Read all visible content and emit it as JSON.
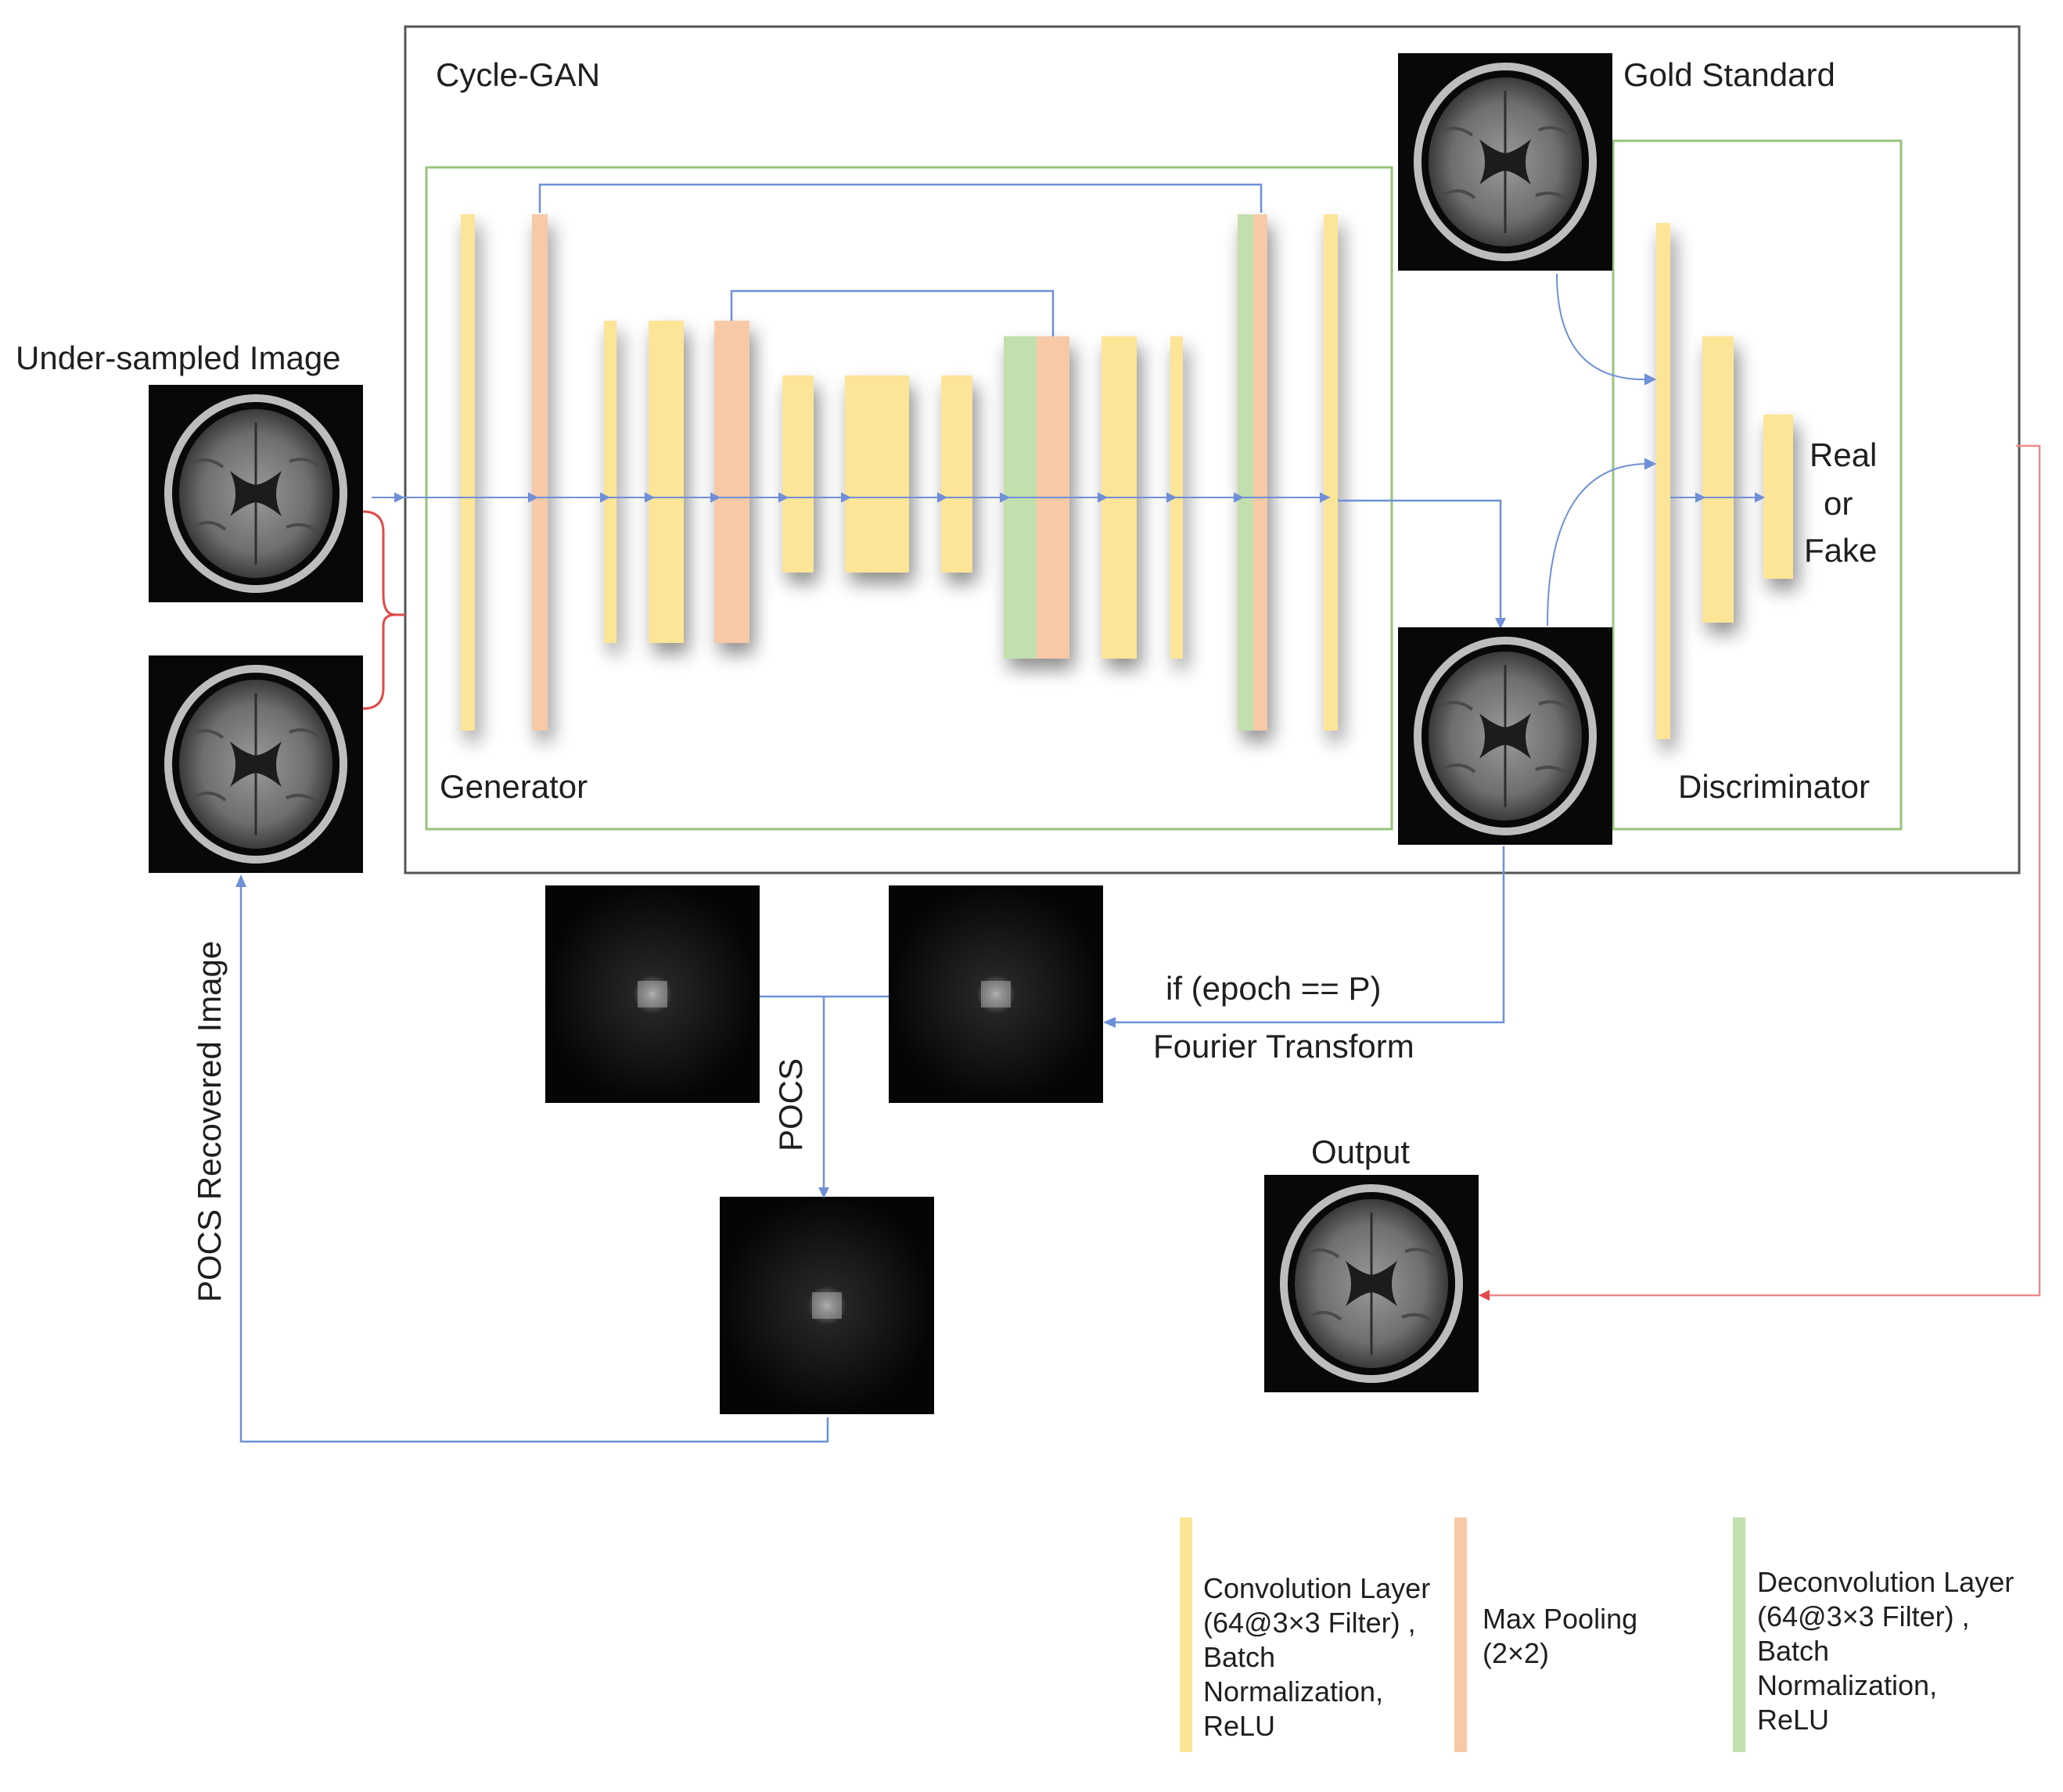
{
  "labels": {
    "cycle_gan": "Cycle-GAN",
    "gold_standard": "Gold Standard",
    "under_sampled": "Under-sampled Image",
    "generator": "Generator",
    "discriminator": "Discriminator",
    "real": "Real",
    "or": "or",
    "fake": "Fake",
    "condition": "if (epoch == P)",
    "fourier": "Fourier Transform",
    "pocs": "POCS",
    "pocs_recovered": "POCS Recovered Image",
    "output": "Output"
  },
  "legend": [
    {
      "lines": [
        "Convolution Layer",
        "(64@3×3 Filter) ,",
        "Batch",
        "Normalization,",
        "ReLU"
      ]
    },
    {
      "lines": [
        "Max Pooling",
        "(2×2)"
      ]
    },
    {
      "lines": [
        "Deconvolution Layer",
        "(64@3×3 Filter) ,",
        "Batch",
        "Normalization,",
        "ReLU"
      ]
    }
  ],
  "colors": {
    "conv": "#fde597",
    "pool": "#f8c9a6",
    "deconv": "#c3dfae",
    "frame": "#555555",
    "green_frame": "#96c47c",
    "arrow_blue": "#6f8fd8",
    "arrow_red": "#e04b4b"
  }
}
